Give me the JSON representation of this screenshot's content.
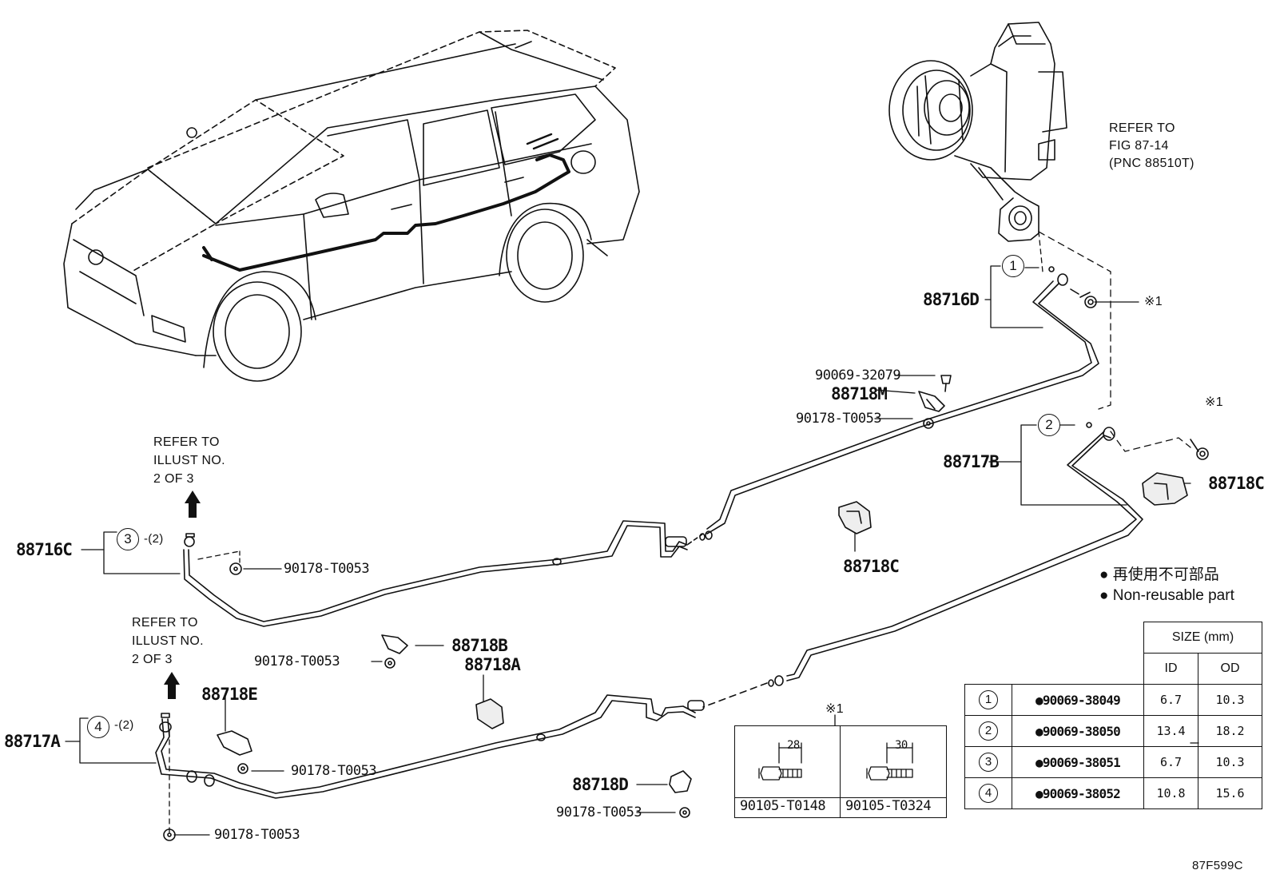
{
  "refer_fig": [
    "REFER TO",
    "FIG 87-14",
    "(PNC 88510T)"
  ],
  "refer_illust_a": [
    "REFER TO",
    "ILLUST NO.",
    "2 OF 3"
  ],
  "refer_illust_b": [
    "REFER TO",
    "ILLUST NO.",
    "2 OF 3"
  ],
  "parts": {
    "p88716D": "88716D",
    "p88716C": "88716C",
    "p88717B": "88717B",
    "p88717A": "88717A",
    "p88718M": "88718M",
    "p88718C_mid": "88718C",
    "p88718C_right": "88718C",
    "p88718B": "88718B",
    "p88718A": "88718A",
    "p88718E": "88718E",
    "p88718D": "88718D",
    "p90069_32079": "90069-32079",
    "clip_88718M": "90178-T0053",
    "clip_88716C": "90178-T0053",
    "clip_88718B": "90178-T0053",
    "clip_88718E": "90178-T0053",
    "clip_88717A": "90178-T0053",
    "clip_88718D": "90178-T0053"
  },
  "markers": {
    "c1": "1",
    "c2": "2",
    "c3": "3",
    "c4": "4",
    "qty3": "-(2)",
    "qty4": "-(2)",
    "note_bolt_a": "※1",
    "note_bolt_b": "※1",
    "note_box": "※1"
  },
  "legend": {
    "bullet": "●",
    "jp": "再使用不可部品",
    "en": "Non-reusable part"
  },
  "size_table": {
    "header": "SIZE (mm)",
    "id_label": "ID",
    "od_label": "OD",
    "rows": [
      {
        "no": "1",
        "part": "●90069-38049",
        "id": "6.7",
        "od": "10.3"
      },
      {
        "no": "2",
        "part": "●90069-38050",
        "id": "13.4",
        "od": "18.2"
      },
      {
        "no": "3",
        "part": "●90069-38051",
        "id": "6.7",
        "od": "10.3"
      },
      {
        "no": "4",
        "part": "●90069-38052",
        "id": "10.8",
        "od": "15.6"
      }
    ]
  },
  "bolt_box": {
    "left": {
      "length": "28",
      "part": "90105-T0148"
    },
    "right": {
      "length": "30",
      "part": "90105-T0324"
    }
  },
  "figure_code": "87F599C"
}
